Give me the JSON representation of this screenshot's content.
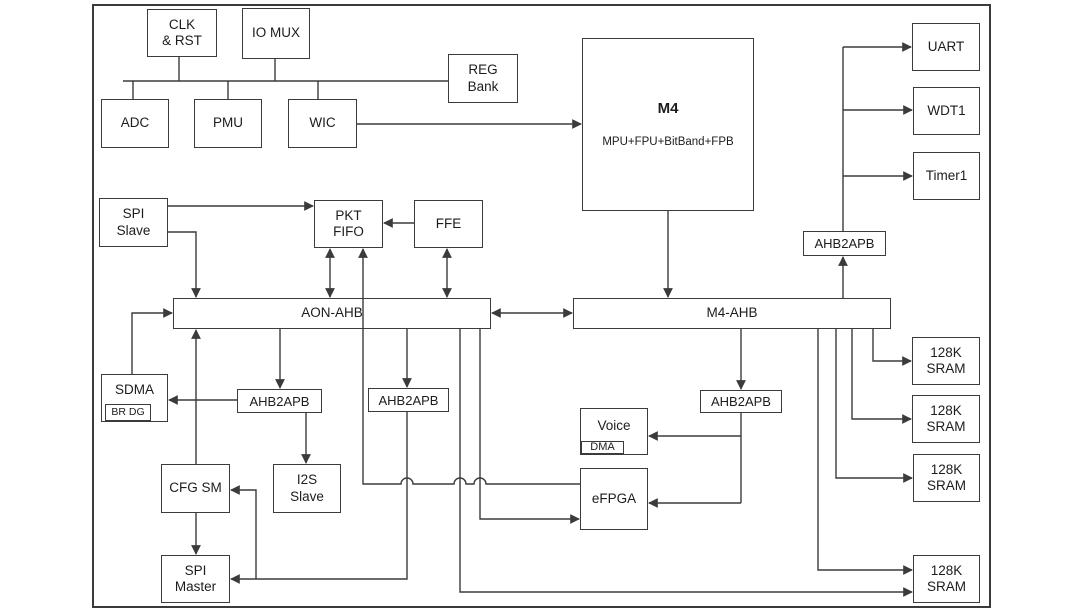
{
  "diagram": {
    "type": "soc-block-diagram",
    "colors": {
      "line": "#3b3b3b",
      "text": "#1c1c1c",
      "background": "#ffffff"
    },
    "nodes": {
      "clk_rst": {
        "label": "CLK\n& RST"
      },
      "io_mux": {
        "label": "IO MUX"
      },
      "adc": {
        "label": "ADC"
      },
      "pmu": {
        "label": "PMU"
      },
      "wic": {
        "label": "WIC"
      },
      "reg_bank": {
        "label": "REG\nBank"
      },
      "m4": {
        "label": "M4",
        "sublabel": "MPU+FPU+BitBand+FPB"
      },
      "uart": {
        "label": "UART"
      },
      "wdt1": {
        "label": "WDT1"
      },
      "timer1": {
        "label": "Timer1"
      },
      "ahb2apb_right": {
        "label": "AHB2APB"
      },
      "spi_slave": {
        "label": "SPI\nSlave"
      },
      "pkt_fifo": {
        "label": "PKT\nFIFO"
      },
      "ffe": {
        "label": "FFE"
      },
      "aon_ahb": {
        "label": "AON-AHB"
      },
      "m4_ahb": {
        "label": "M4-AHB"
      },
      "sdma": {
        "label": "SDMA",
        "sublabel": "BR DG"
      },
      "ahb2apb_left": {
        "label": "AHB2APB"
      },
      "ahb2apb_mid": {
        "label": "AHB2APB"
      },
      "ahb2apb_bottom": {
        "label": "AHB2APB"
      },
      "cfg_sm": {
        "label": "CFG SM"
      },
      "i2s_slave": {
        "label": "I2S\nSlave"
      },
      "spi_master": {
        "label": "SPI\nMaster"
      },
      "voice": {
        "label": "Voice",
        "sublabel": "DMA"
      },
      "efpga": {
        "label": "eFPGA"
      },
      "sram1": {
        "label": "128K\nSRAM"
      },
      "sram2": {
        "label": "128K\nSRAM"
      },
      "sram3": {
        "label": "128K\nSRAM"
      },
      "sram4": {
        "label": "128K\nSRAM"
      }
    },
    "connections": [
      {
        "from": "top-bus",
        "to": "adc|pmu|wic|clk_rst|io_mux|reg_bank",
        "type": "plain"
      },
      {
        "from": "wic",
        "to": "m4",
        "type": "arrow"
      },
      {
        "from": "m4",
        "to": "m4_ahb",
        "type": "arrow"
      },
      {
        "from": "m4_ahb",
        "to": "ahb2apb_right",
        "type": "arrow"
      },
      {
        "from": "ahb2apb_right",
        "to": "uart",
        "type": "arrow"
      },
      {
        "from": "ahb2apb_right",
        "to": "wdt1",
        "type": "arrow"
      },
      {
        "from": "ahb2apb_right",
        "to": "timer1",
        "type": "arrow"
      },
      {
        "from": "spi_slave",
        "to": "pkt_fifo",
        "type": "arrow"
      },
      {
        "from": "spi_slave",
        "to": "aon_ahb",
        "type": "arrow"
      },
      {
        "from": "ffe",
        "to": "pkt_fifo",
        "type": "arrow"
      },
      {
        "from": "pkt_fifo",
        "to": "aon_ahb",
        "type": "bidirectional"
      },
      {
        "from": "ffe",
        "to": "aon_ahb",
        "type": "bidirectional"
      },
      {
        "from": "aon_ahb",
        "to": "m4_ahb",
        "type": "bidirectional"
      },
      {
        "from": "sdma",
        "to": "aon_ahb",
        "type": "arrow"
      },
      {
        "from": "aon_ahb",
        "to": "ahb2apb_left",
        "type": "arrow"
      },
      {
        "from": "ahb2apb_left",
        "to": "sdma",
        "type": "arrow"
      },
      {
        "from": "ahb2apb_left",
        "to": "i2s_slave",
        "type": "arrow"
      },
      {
        "from": "cfg_sm",
        "to": "aon_ahb",
        "type": "arrow"
      },
      {
        "from": "cfg_sm",
        "to": "spi_master",
        "type": "arrow"
      },
      {
        "from": "aon_ahb",
        "to": "ahb2apb_mid",
        "type": "arrow"
      },
      {
        "from": "ahb2apb_mid",
        "to": "cfg_sm",
        "type": "arrow"
      },
      {
        "from": "ahb2apb_mid",
        "to": "spi_master",
        "type": "arrow"
      },
      {
        "from": "aon_ahb",
        "to": "efpga",
        "type": "arrow"
      },
      {
        "from": "aon_ahb",
        "to": "sram4",
        "type": "arrow"
      },
      {
        "from": "efpga",
        "to": "pkt_fifo",
        "type": "arrow"
      },
      {
        "from": "m4_ahb",
        "to": "ahb2apb_bottom",
        "type": "arrow"
      },
      {
        "from": "ahb2apb_bottom",
        "to": "voice",
        "type": "arrow"
      },
      {
        "from": "ahb2apb_bottom",
        "to": "efpga",
        "type": "arrow"
      },
      {
        "from": "m4_ahb",
        "to": "sram1",
        "type": "arrow"
      },
      {
        "from": "m4_ahb",
        "to": "sram2",
        "type": "arrow"
      },
      {
        "from": "m4_ahb",
        "to": "sram3",
        "type": "arrow"
      },
      {
        "from": "m4_ahb",
        "to": "sram4",
        "type": "arrow"
      }
    ]
  }
}
